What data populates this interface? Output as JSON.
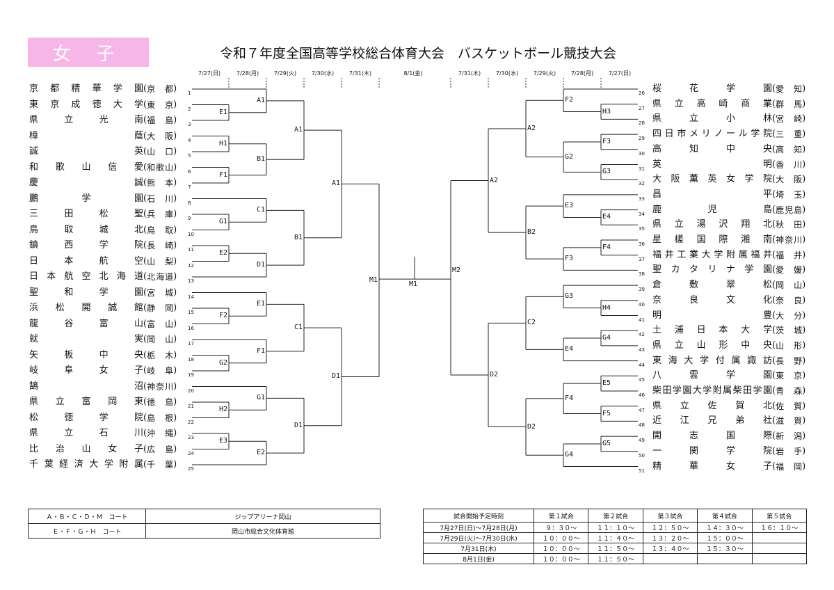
{
  "gender": "女 子",
  "title": "令和７年度全国高等学校総合体育大会　バスケットボール競技大会",
  "dates_left": [
    "7/27(日)",
    "7/28(月)",
    "7/29(火)",
    "7/30(水)",
    "7/31(木)"
  ],
  "date_center": "8/1(金)",
  "dates_right": [
    "7/31(木)",
    "7/30(水)",
    "7/29(火)",
    "7/28(月)",
    "7/27(日)"
  ],
  "left_teams": [
    {
      "no": "1",
      "name": "京都精華学園",
      "pref": "京都"
    },
    {
      "no": "2",
      "name": "東京成徳大学",
      "pref": "東京"
    },
    {
      "no": "3",
      "name": "県立光南",
      "pref": "福島"
    },
    {
      "no": "4",
      "name": "樟蔭",
      "pref": "大阪"
    },
    {
      "no": "5",
      "name": "誠英",
      "pref": "山口"
    },
    {
      "no": "6",
      "name": "和歌山信愛",
      "pref": "和歌山"
    },
    {
      "no": "7",
      "name": "慶誠",
      "pref": "熊本"
    },
    {
      "no": "8",
      "name": "鵬学園",
      "pref": "石川"
    },
    {
      "no": "9",
      "name": "三田松聖",
      "pref": "兵庫"
    },
    {
      "no": "10",
      "name": "鳥取城北",
      "pref": "鳥取"
    },
    {
      "no": "11",
      "name": "鎮西学院",
      "pref": "長崎"
    },
    {
      "no": "12",
      "name": "日本航空",
      "pref": "山梨"
    },
    {
      "no": "13",
      "name": "日本航空北海道",
      "pref": "北海道"
    },
    {
      "no": "14",
      "name": "聖和学園",
      "pref": "宮城"
    },
    {
      "no": "15",
      "name": "浜松開誠館",
      "pref": "静岡"
    },
    {
      "no": "16",
      "name": "龍谷富山",
      "pref": "富山"
    },
    {
      "no": "17",
      "name": "就実",
      "pref": "岡山"
    },
    {
      "no": "18",
      "name": "矢板中央",
      "pref": "栃木"
    },
    {
      "no": "19",
      "name": "岐阜女子",
      "pref": "岐阜"
    },
    {
      "no": "20",
      "name": "鵠沼",
      "pref": "神奈川"
    },
    {
      "no": "21",
      "name": "県立富岡東",
      "pref": "徳島"
    },
    {
      "no": "22",
      "name": "松徳学院",
      "pref": "島根"
    },
    {
      "no": "23",
      "name": "県立石川",
      "pref": "沖縄"
    },
    {
      "no": "24",
      "name": "比治山女子",
      "pref": "広島"
    },
    {
      "no": "25",
      "name": "千葉経済大学附属",
      "pref": "千葉"
    }
  ],
  "right_teams": [
    {
      "no": "26",
      "name": "桜花学園",
      "pref": "愛知"
    },
    {
      "no": "27",
      "name": "県立高崎商業",
      "pref": "群馬"
    },
    {
      "no": "28",
      "name": "県立小林",
      "pref": "宮崎"
    },
    {
      "no": "29",
      "name": "四日市メリノール学院",
      "pref": "三重"
    },
    {
      "no": "30",
      "name": "高知中央",
      "pref": "高知"
    },
    {
      "no": "31",
      "name": "英明",
      "pref": "香川"
    },
    {
      "no": "32",
      "name": "大阪薫英女学院",
      "pref": "大阪"
    },
    {
      "no": "33",
      "name": "昌平",
      "pref": "埼玉"
    },
    {
      "no": "34",
      "name": "鹿児島",
      "pref": "鹿児島"
    },
    {
      "no": "35",
      "name": "県立湯沢翔北",
      "pref": "秋田"
    },
    {
      "no": "36",
      "name": "星槎国際湘南",
      "pref": "神奈川"
    },
    {
      "no": "37",
      "name": "福井工業大学附属福井",
      "pref": "福井"
    },
    {
      "no": "38",
      "name": "聖カタリナ学園",
      "pref": "愛媛"
    },
    {
      "no": "39",
      "name": "倉敷翠松",
      "pref": "岡山"
    },
    {
      "no": "40",
      "name": "奈良文化",
      "pref": "奈良"
    },
    {
      "no": "41",
      "name": "明豊",
      "pref": "大分"
    },
    {
      "no": "42",
      "name": "土浦日本大学",
      "pref": "茨城"
    },
    {
      "no": "43",
      "name": "県立山形中央",
      "pref": "山形"
    },
    {
      "no": "44",
      "name": "東海大学付属諏訪",
      "pref": "長野"
    },
    {
      "no": "45",
      "name": "八雲学園",
      "pref": "東京"
    },
    {
      "no": "46",
      "name": "柴田学園大学附属柴田学園",
      "pref": "青森"
    },
    {
      "no": "47",
      "name": "県立佐賀北",
      "pref": "佐賀"
    },
    {
      "no": "48",
      "name": "近江兄弟社",
      "pref": "滋賀"
    },
    {
      "no": "49",
      "name": "開志国際",
      "pref": "新潟"
    },
    {
      "no": "50",
      "name": "一関学院",
      "pref": "岩手"
    },
    {
      "no": "51",
      "name": "精華女子",
      "pref": "福岡"
    }
  ],
  "match_labels": {
    "E1a": "E1",
    "H1": "H1",
    "F1a": "F1",
    "G1a": "G1",
    "E2a": "E2",
    "F2a": "F2",
    "G2a": "G2",
    "H2": "H2",
    "E3a": "E3",
    "A1a": "A1",
    "B1a": "B1",
    "C1a": "C1",
    "D1a": "D1",
    "E1b": "E1",
    "F1b": "F1",
    "G1b": "G1",
    "E2b": "E2",
    "A1b": "A1",
    "B1b": "B1",
    "C1b": "C1",
    "D1b": "D1",
    "A1c": "A1",
    "D1c": "D1",
    "M1a": "M1",
    "M1b": "M1",
    "M2": "M2",
    "H3": "H3",
    "F3": "F3",
    "G3": "G3",
    "E4": "E4",
    "F4a": "F4",
    "H4": "H4",
    "G4a": "G4",
    "E5": "E5",
    "F5": "F5",
    "G5": "G5",
    "F2b": "F2",
    "G2b": "G2",
    "E3b": "E3",
    "F3b": "F3",
    "G3b": "G3",
    "E4b": "E4",
    "F4b": "F4",
    "G4b": "G4",
    "A2a": "A2",
    "B2": "B2",
    "C2": "C2",
    "D2a": "D2",
    "A2b": "A2",
    "D2b": "D2"
  },
  "venues": [
    {
      "courts": "Ａ・Ｂ・Ｃ・Ｄ・Ｍ　コート",
      "place": "ジップアリーナ岡山"
    },
    {
      "courts": "Ｅ・Ｆ・Ｇ・Ｈ　コート",
      "place": "岡山市総合文化体育館"
    }
  ],
  "schedule": {
    "header": [
      "試合開始予定時刻",
      "第１試合",
      "第２試合",
      "第３試合",
      "第４試合",
      "第５試合"
    ],
    "rows": [
      [
        "7月27日(日)～7月28日(月)",
        "９：３０～",
        "１１：１０～",
        "１２：５０～",
        "１４：３０～",
        "１６：１０～"
      ],
      [
        "7月29日(火)～7月30日(水)",
        "１０：００～",
        "１１：４０～",
        "１３：２０～",
        "１５：００～",
        ""
      ],
      [
        "7月31日(木)",
        "１０：００～",
        "１１：５０～",
        "１３：４０～",
        "１５：３０～",
        ""
      ],
      [
        "8月1日(金)",
        "１０：００～",
        "１１：５０～",
        "",
        "",
        ""
      ]
    ]
  }
}
